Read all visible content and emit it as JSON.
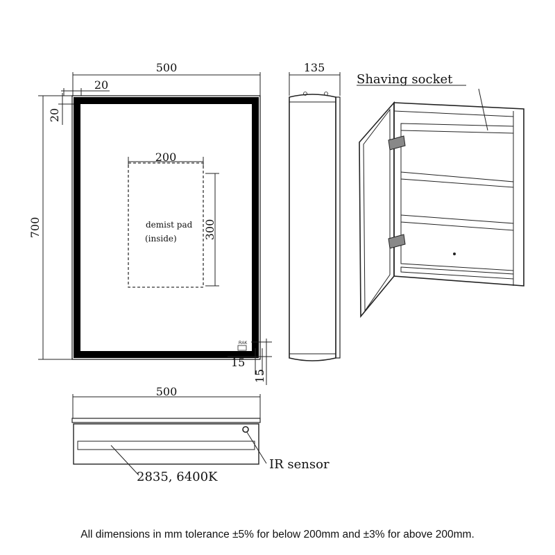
{
  "front_view": {
    "width_label": "500",
    "height_label": "700",
    "top_border_label": "20",
    "side_border_label": "20",
    "pad_width_label": "200",
    "pad_height_label": "300",
    "pad_text_line1": "demist pad",
    "pad_text_line2": "(inside)",
    "logo_text": "RAK",
    "corner_offset_h_label": "15",
    "corner_offset_v_label": "15"
  },
  "side_view": {
    "depth_label": "135"
  },
  "iso_view": {
    "shaving_socket_label": "Shaving socket"
  },
  "bottom_view": {
    "width_label": "500",
    "ir_sensor_label": "IR sensor",
    "color_temp_label": "2835, 6400K"
  },
  "footer": {
    "note": "All dimensions in mm tolerance ±5% for below 200mm and ±3% for above 200mm."
  }
}
